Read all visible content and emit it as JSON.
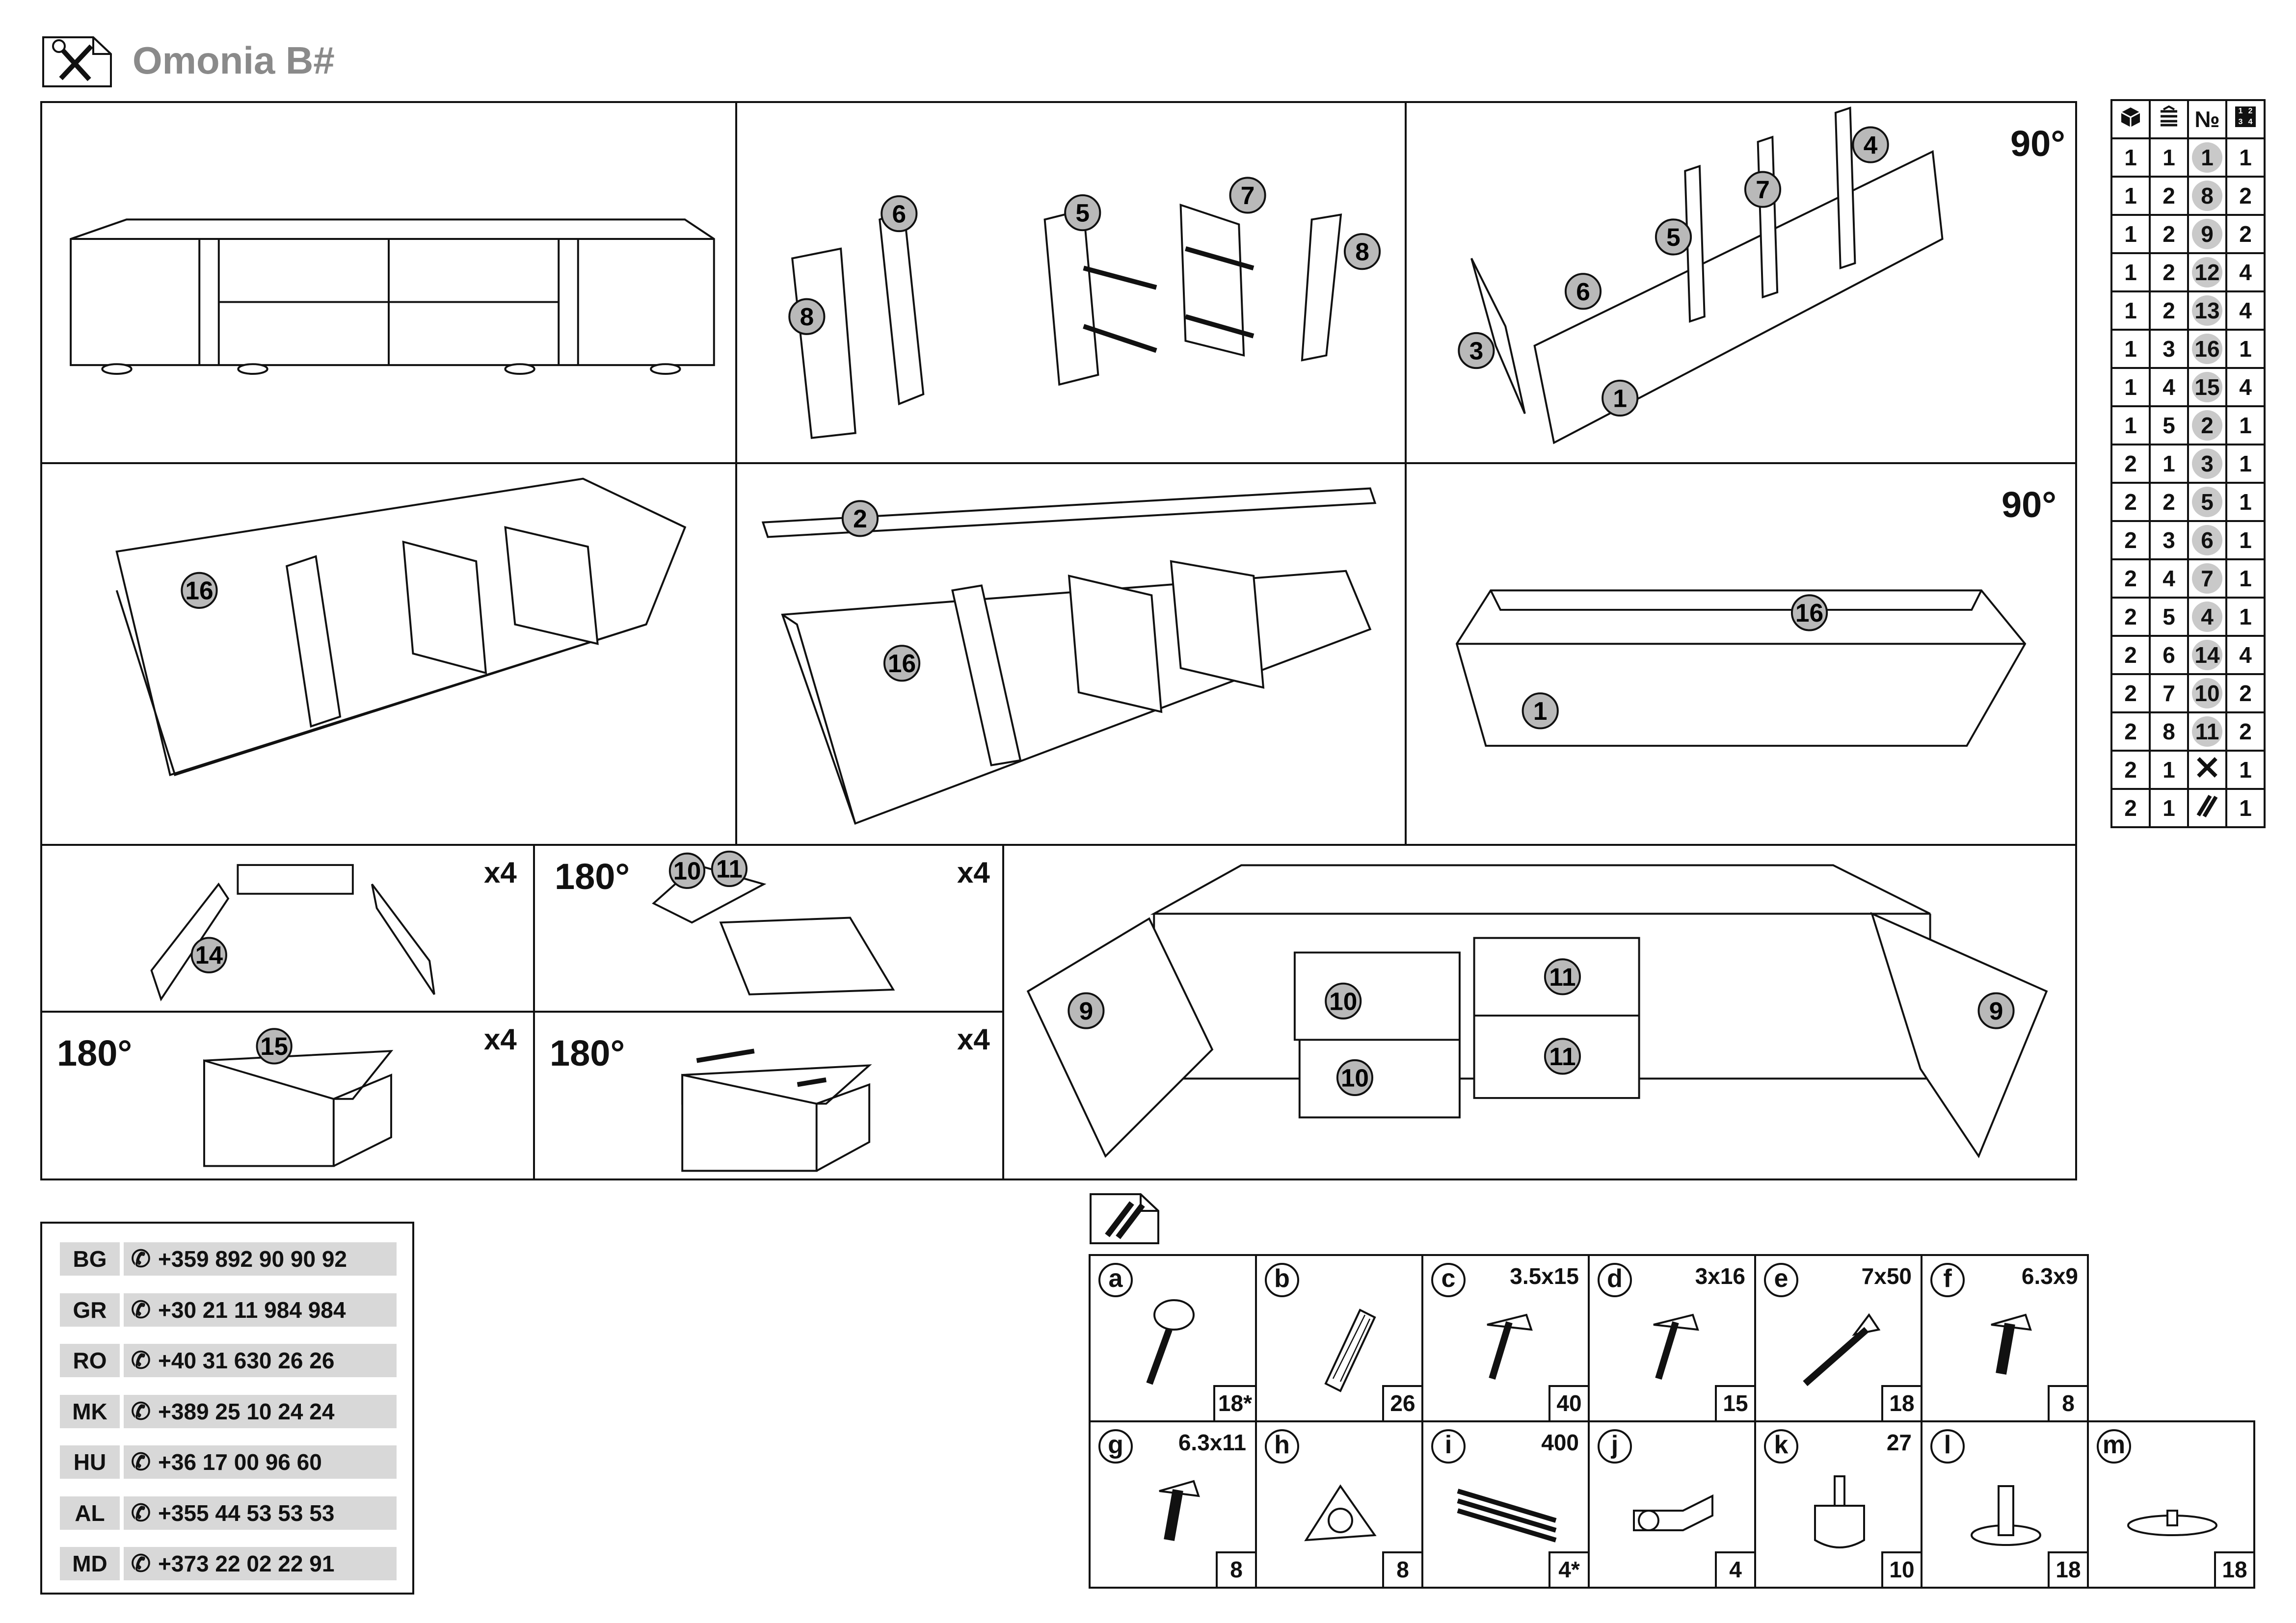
{
  "header": {
    "title": "Omonia B#",
    "logo_icon": "tools-icon"
  },
  "rotation_labels": {
    "r90": "90°",
    "r180": "180°"
  },
  "quantities": {
    "x4": "x4"
  },
  "parts_table": {
    "header_icons": [
      "box-icon",
      "stack-icon",
      "number-icon",
      "order-icon"
    ],
    "number_header": "№",
    "rows": [
      [
        "1",
        "1",
        "1",
        "1"
      ],
      [
        "1",
        "2",
        "8",
        "2"
      ],
      [
        "1",
        "2",
        "9",
        "2"
      ],
      [
        "1",
        "2",
        "12",
        "4"
      ],
      [
        "1",
        "2",
        "13",
        "4"
      ],
      [
        "1",
        "3",
        "16",
        "1"
      ],
      [
        "1",
        "4",
        "15",
        "4"
      ],
      [
        "1",
        "5",
        "2",
        "1"
      ],
      [
        "2",
        "1",
        "3",
        "1"
      ],
      [
        "2",
        "2",
        "5",
        "1"
      ],
      [
        "2",
        "3",
        "6",
        "1"
      ],
      [
        "2",
        "4",
        "7",
        "1"
      ],
      [
        "2",
        "5",
        "4",
        "1"
      ],
      [
        "2",
        "6",
        "14",
        "4"
      ],
      [
        "2",
        "7",
        "10",
        "2"
      ],
      [
        "2",
        "8",
        "11",
        "2"
      ],
      [
        "2",
        "1",
        "tools",
        "1"
      ],
      [
        "2",
        "1",
        "hardware",
        "1"
      ]
    ]
  },
  "contacts": [
    {
      "code": "BG",
      "phone": "+359 892 90 90 92"
    },
    {
      "code": "GR",
      "phone": "+30 21 11 984 984"
    },
    {
      "code": "RO",
      "phone": "+40 31 630 26 26"
    },
    {
      "code": "MK",
      "phone": "+389 25 10 24 24"
    },
    {
      "code": "HU",
      "phone": "+36 17 00 96 60"
    },
    {
      "code": "AL",
      "phone": "+355 44 53 53 53"
    },
    {
      "code": "MD",
      "phone": "+373 22 02 22 91"
    }
  ],
  "hardware": [
    {
      "letter": "a",
      "size": "",
      "count": "18*",
      "icon": "cam-lock-icon"
    },
    {
      "letter": "b",
      "size": "",
      "count": "26",
      "icon": "dowel-icon"
    },
    {
      "letter": "c",
      "size": "3.5x15",
      "count": "40",
      "icon": "screw-icon"
    },
    {
      "letter": "d",
      "size": "3x16",
      "count": "15",
      "icon": "screw-icon"
    },
    {
      "letter": "e",
      "size": "7x50",
      "count": "18",
      "icon": "confirmat-screw-icon"
    },
    {
      "letter": "f",
      "size": "6.3x9",
      "count": "8",
      "icon": "euro-screw-icon"
    },
    {
      "letter": "g",
      "size": "6.3x11",
      "count": "8",
      "icon": "euro-screw-icon"
    },
    {
      "letter": "h",
      "size": "",
      "count": "8",
      "icon": "corner-bracket-icon"
    },
    {
      "letter": "i",
      "size": "400",
      "count": "4*",
      "icon": "drawer-runner-icon"
    },
    {
      "letter": "j",
      "size": "",
      "count": "4",
      "icon": "hinge-icon"
    },
    {
      "letter": "k",
      "size": "27",
      "count": "10",
      "icon": "leveling-foot-icon"
    },
    {
      "letter": "l",
      "size": "",
      "count": "18",
      "icon": "shelf-pin-icon"
    },
    {
      "letter": "m",
      "size": "",
      "count": "18",
      "icon": "glide-pad-icon"
    }
  ]
}
